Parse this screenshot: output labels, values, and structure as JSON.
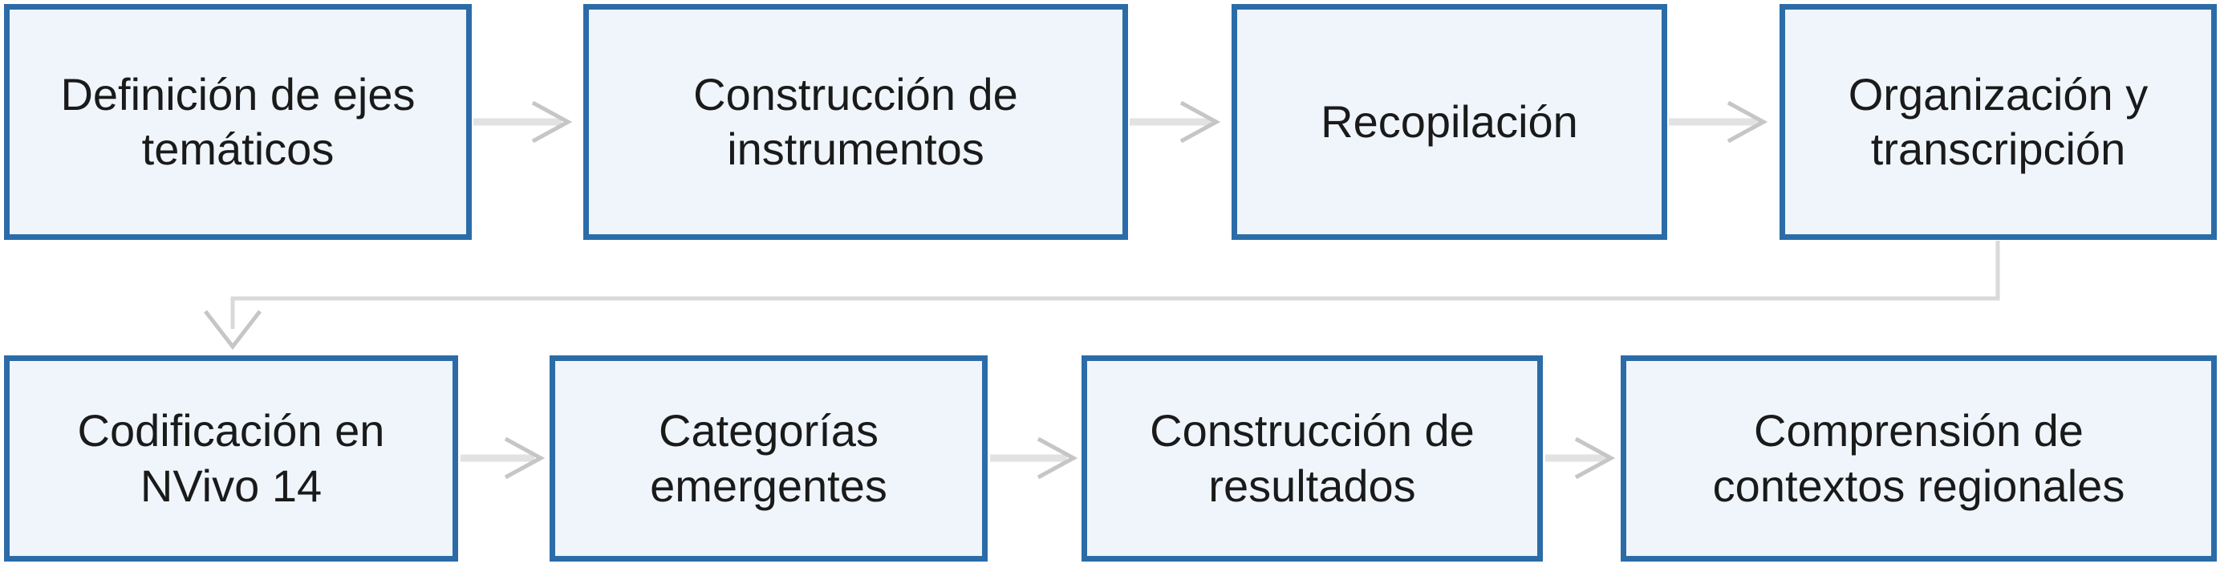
{
  "diagram": {
    "type": "flowchart",
    "background_color": "#FFFFFF",
    "box_fill_color": "#EFF5FB",
    "box_border_color": "#2B6CA8",
    "arrow_shaft_color": "#E2E2E2",
    "arrow_head_color": "#C6C6C6",
    "elbow_connector_color": "#D9D9D9",
    "text_color": "#1A1A1A",
    "steps": [
      {
        "order": 1,
        "label": "Definición de ejes\ntemáticos"
      },
      {
        "order": 2,
        "label": "Construcción de\ninstrumentos"
      },
      {
        "order": 3,
        "label": "Recopilación"
      },
      {
        "order": 4,
        "label": "Organización y\ntranscripción"
      },
      {
        "order": 5,
        "label": "Codificación en\nNVivo 14"
      },
      {
        "order": 6,
        "label": "Categorías\nemergentes"
      },
      {
        "order": 7,
        "label": "Construcción de\nresultados"
      },
      {
        "order": 8,
        "label": "Comprensión de\ncontextos regionales"
      }
    ],
    "layout": {
      "rows": 2,
      "row1_steps": [
        1,
        2,
        3,
        4
      ],
      "row2_steps": [
        5,
        6,
        7,
        8
      ]
    },
    "connections": [
      {
        "from": 1,
        "to": 2,
        "style": "straight-arrow"
      },
      {
        "from": 2,
        "to": 3,
        "style": "straight-arrow"
      },
      {
        "from": 3,
        "to": 4,
        "style": "straight-arrow"
      },
      {
        "from": 4,
        "to": 5,
        "style": "elbow-arrow"
      },
      {
        "from": 5,
        "to": 6,
        "style": "straight-arrow"
      },
      {
        "from": 6,
        "to": 7,
        "style": "straight-arrow"
      },
      {
        "from": 7,
        "to": 8,
        "style": "straight-arrow"
      }
    ]
  }
}
